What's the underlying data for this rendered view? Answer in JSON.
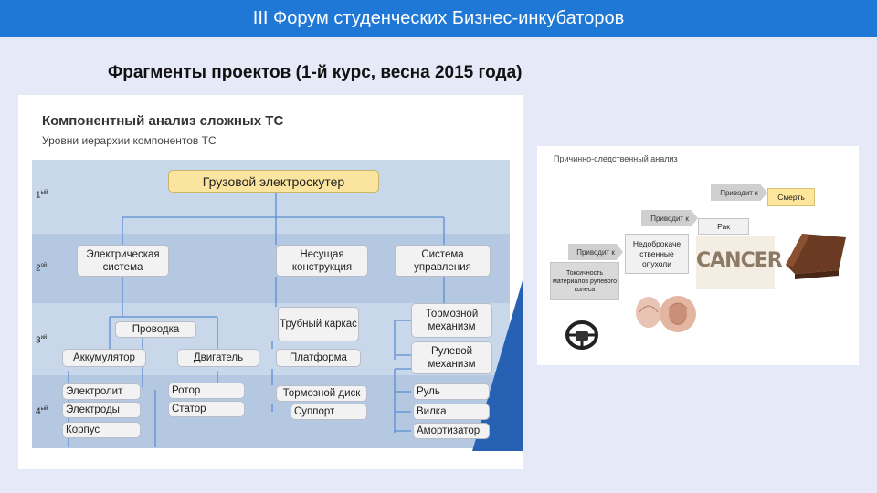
{
  "header": {
    "title": "III Форум студенческих Бизнес-инкубаторов"
  },
  "subtitle": "Фрагменты проектов (1-й курс, весна 2015 года)",
  "left_figure": {
    "title": "Компонентный анализ сложных ТС",
    "subtitle": "Уровни иерархии компонентов ТС",
    "levels": [
      "1",
      "2",
      "3",
      "4"
    ],
    "level_suffixes": [
      "ый",
      "ой",
      "ий",
      "ый"
    ],
    "root": "Грузовой электроскутер",
    "level2": [
      "Электрическая система",
      "Несущая конструкция",
      "Система управления"
    ],
    "level3": {
      "wiring": "Проводка",
      "battery": "Аккумулятор",
      "motor": "Двигатель",
      "tube_frame": "Трубный каркас",
      "platform": "Платформа",
      "brake_mech": "Тормозной механизм",
      "steering_mech": "Рулевой механизм"
    },
    "level4": {
      "electrolyte": "Электролит",
      "electrodes": "Электроды",
      "case": "Корпус",
      "rotor": "Ротор",
      "stator": "Статор",
      "brake_disc": "Тормозной диск",
      "support": "Суппорт",
      "handlebar": "Руль",
      "fork": "Вилка",
      "shock": "Амортизатор"
    },
    "colors": {
      "band_light": "#c9d7ea",
      "band_dark": "#b5c8e2",
      "root_fill": "#fbe49e",
      "connector": "#5b8ed0"
    }
  },
  "right_figure": {
    "title": "Причинно-следственный анализ",
    "arrow_label": "Приводит к",
    "boxes": {
      "death": "Смерть",
      "cancer_box": "Рак",
      "tumors": "Недоброкаче ственные опухоли",
      "toxicity": "Токсичность материалов рулевого колеса"
    },
    "image_text": "CANCER"
  }
}
